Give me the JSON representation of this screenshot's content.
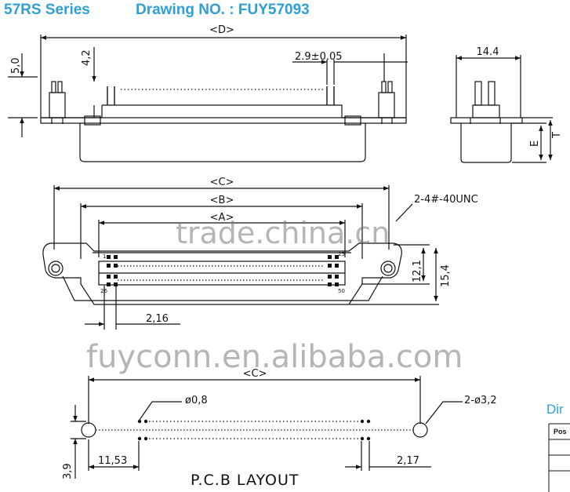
{
  "header": {
    "series": "57RS Series",
    "drawing_no": "Drawing NO. : FUY57093"
  },
  "dims": {
    "D": "<D>",
    "C": "<C>",
    "B": "<B>",
    "A": "<A>",
    "C_pcb": "<C>",
    "h5": "5,0",
    "h42": "4,2",
    "pitch": "2.9±0.05",
    "width144": "14.4",
    "E": "E",
    "T": "T",
    "screw": "2-4#-40UNC",
    "h121": "12,1",
    "h154": "15,4",
    "p216": "2,16",
    "hole08": "ø0,8",
    "hole32": "2-ø3,2",
    "d1153": "11,53",
    "d217": "2,17",
    "d39": "3,9",
    "pin1": "1",
    "pin25": "25",
    "pin26": "26",
    "pin50": "50"
  },
  "watermarks": {
    "trade": "trade.china.cn",
    "fuyconn": "fuyconn.en.alibaba.com"
  },
  "pcb_title": "P.C.B LAYOUT",
  "side_table": {
    "title": "Dir",
    "header": "Pos"
  }
}
